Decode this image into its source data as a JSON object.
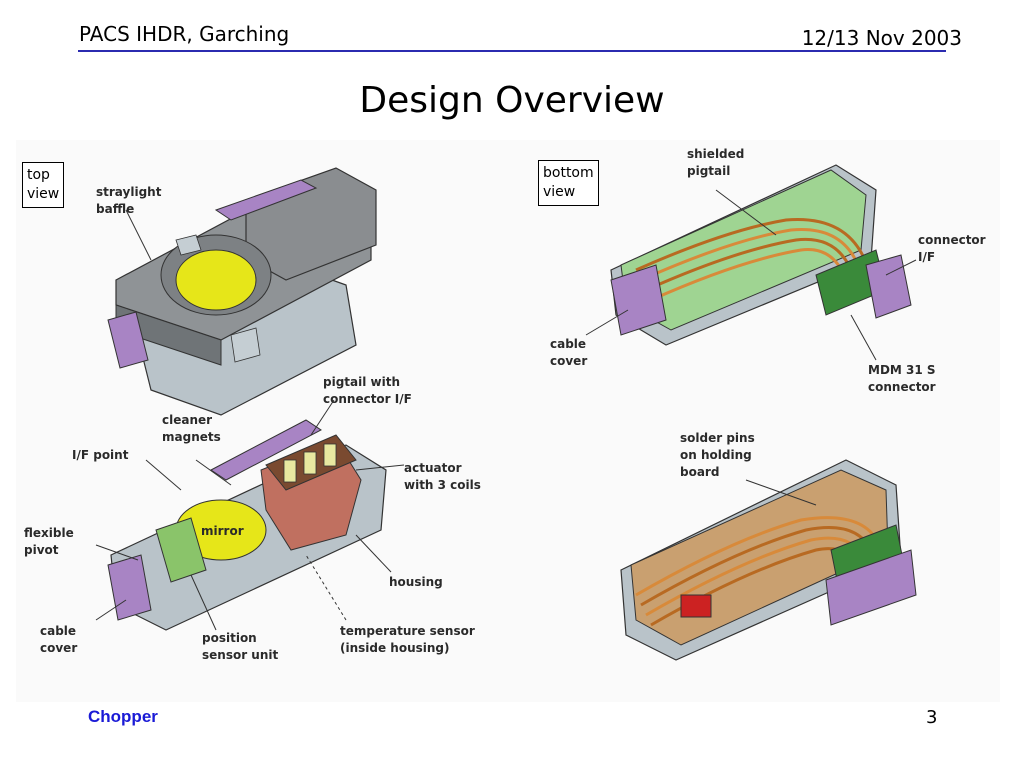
{
  "header": {
    "left": "PACS IHDR, Garching",
    "right": "12/13 Nov 2003"
  },
  "title": "Design Overview",
  "views": {
    "top": "top\nview",
    "bottom": "bottom\nview"
  },
  "labels": {
    "straylight_baffle": "straylight\nbaffle",
    "shielded_pigtail": "shielded\npigtail",
    "connector_if": "connector\nI/F",
    "cable_cover_top": "cable\ncover",
    "mdm_connector": "MDM 31 S\nconnector",
    "pigtail_with_connector": "pigtail with\nconnector I/F",
    "cleaner_magnets": "cleaner\nmagnets",
    "if_point": "I/F point",
    "actuator": "actuator\nwith 3 coils",
    "flexible_pivot": "flexible\npivot",
    "mirror": "mirror",
    "housing": "housing",
    "cable_cover_bottom": "cable\ncover",
    "position_sensor": "position\nsensor unit",
    "temperature_sensor": "temperature sensor\n(inside housing)",
    "solder_pins": "solder pins\non holding\nboard"
  },
  "footer": {
    "left": "Chopper",
    "page": "3"
  }
}
